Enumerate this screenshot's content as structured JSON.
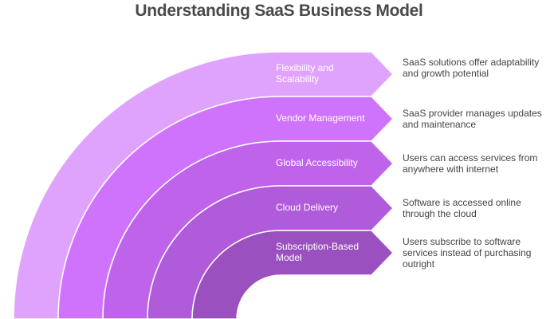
{
  "title": "Understanding SaaS Business Model",
  "layers": [
    {
      "label": "Flexibility and Scalability",
      "description": "SaaS solutions offer adaptability and growth potential",
      "color": "#E0A3FD"
    },
    {
      "label": "Vendor Management",
      "description": "SaaS provider manages updates and maintenance",
      "color": "#D073FC"
    },
    {
      "label": "Global Accessibility",
      "description": "Users can access services from anywhere with internet",
      "color": "#BF63EB"
    },
    {
      "label": "Cloud Delivery",
      "description": "Software is accessed online through the cloud",
      "color": "#AF5BDA"
    },
    {
      "label": "Subscription-Based Model",
      "description": "Users subscribe to software services instead of purchasing outright",
      "color": "#9B50C0"
    }
  ]
}
